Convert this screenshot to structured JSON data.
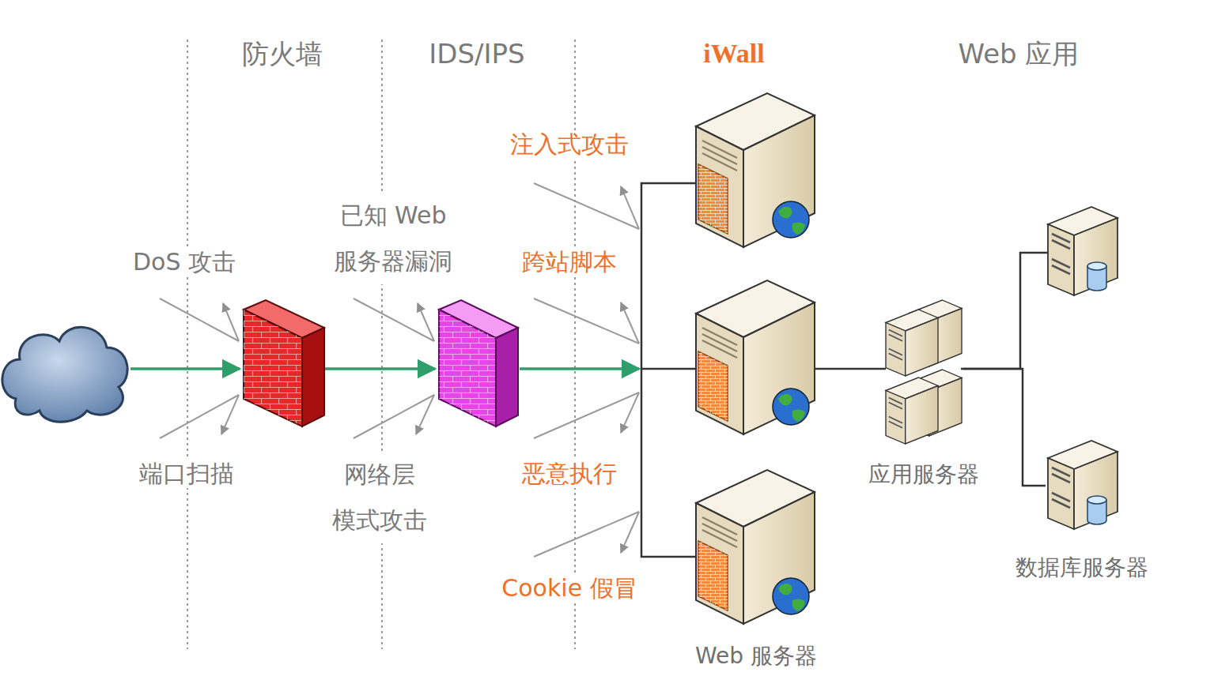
{
  "diagram": {
    "nodes": [
      {
        "text": [
          "Web 服务器"
        ]
      },
      {
        "text": [
          "应用服务器"
        ]
      },
      {
        "text": [
          "数据库服务器"
        ]
      }
    ],
    "edges": [
      {
        "from": 1,
        "to": 2,
        "arrow": "none"
      }
    ],
    "labels": [
      "防火墙",
      "IDS/IPS",
      "iWall",
      "Web 应用",
      "DoS 攻击",
      "已知 Web 服务器漏洞",
      "注入式攻击",
      "跨站脚本",
      "端口扫描",
      "网络层 模式攻击",
      "恶意执行",
      "Cookie 假冒"
    ]
  }
}
